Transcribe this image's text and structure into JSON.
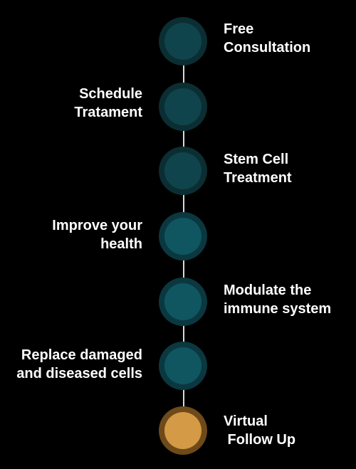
{
  "steps": [
    {
      "lines": [
        "Free",
        "Consultation"
      ],
      "side": "right",
      "ring": "#0b2e33",
      "core": "#0f444c"
    },
    {
      "lines": [
        "Schedule",
        "Tratament"
      ],
      "side": "left",
      "ring": "#0b2e33",
      "core": "#0f444c"
    },
    {
      "lines": [
        "Stem Cell",
        "Treatment"
      ],
      "side": "right",
      "ring": "#0b2e33",
      "core": "#0f444c"
    },
    {
      "lines": [
        "Improve your",
        "health"
      ],
      "side": "left",
      "ring": "#0b3840",
      "core": "#105661"
    },
    {
      "lines": [
        "Modulate the",
        "immune system"
      ],
      "side": "right",
      "ring": "#0b3840",
      "core": "#105661"
    },
    {
      "lines": [
        "Replace damaged",
        "and diseased cells"
      ],
      "side": "left",
      "ring": "#0b3840",
      "core": "#105661"
    },
    {
      "lines": [
        "Virtual",
        " Follow Up"
      ],
      "side": "right",
      "ring": "#6e4a1a",
      "core": "#d49a45"
    }
  ]
}
